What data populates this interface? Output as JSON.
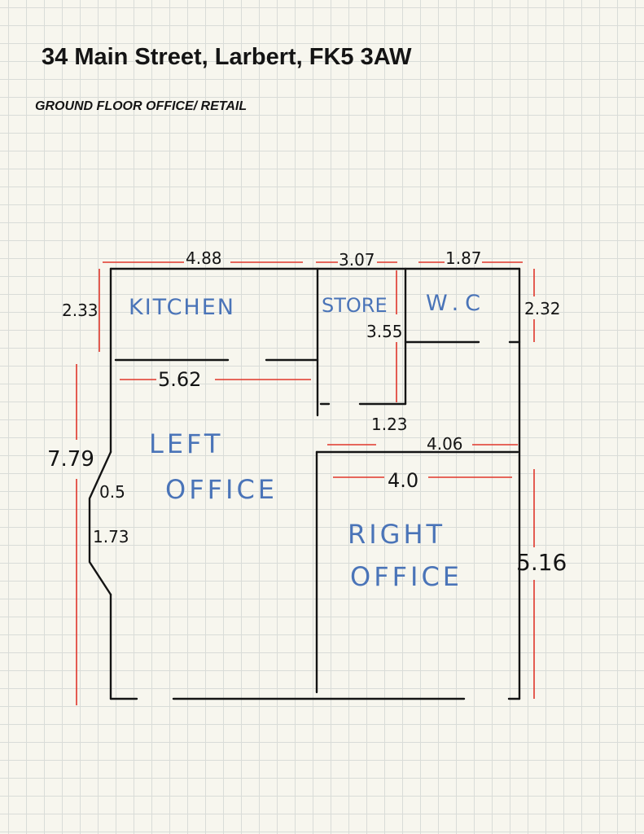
{
  "header": {
    "title": "34 Main Street, Larbert, FK5 3AW",
    "subtitle": "GROUND FLOOR OFFICE/ RETAIL"
  },
  "rooms": {
    "kitchen": "KITCHEN",
    "store": "STORE",
    "wc": "W.C",
    "left_office_1": "LEFT",
    "left_office_2": "OFFICE",
    "right_office_1": "RIGHT",
    "right_office_2": "OFFICE"
  },
  "dimensions": {
    "top_kitchen_width": "4.88",
    "top_store_width": "3.07",
    "top_wc_width": "1.87",
    "kitchen_height": "2.33",
    "wc_height": "2.32",
    "store_height": "3.55",
    "kitchen_bottom_width": "5.62",
    "corridor_width": "1.23",
    "right_office_top_width": "4.06",
    "right_office_width": "4.0",
    "left_total_height": "7.79",
    "bevel_top": "0.5",
    "bevel_height": "1.73",
    "right_office_height": "5.16"
  },
  "colors": {
    "walls": "#141414",
    "dimension_lines": "#e0362a",
    "room_labels": "#4a74b8",
    "grid": "#d9dcd8",
    "paper": "#f7f6ee"
  }
}
